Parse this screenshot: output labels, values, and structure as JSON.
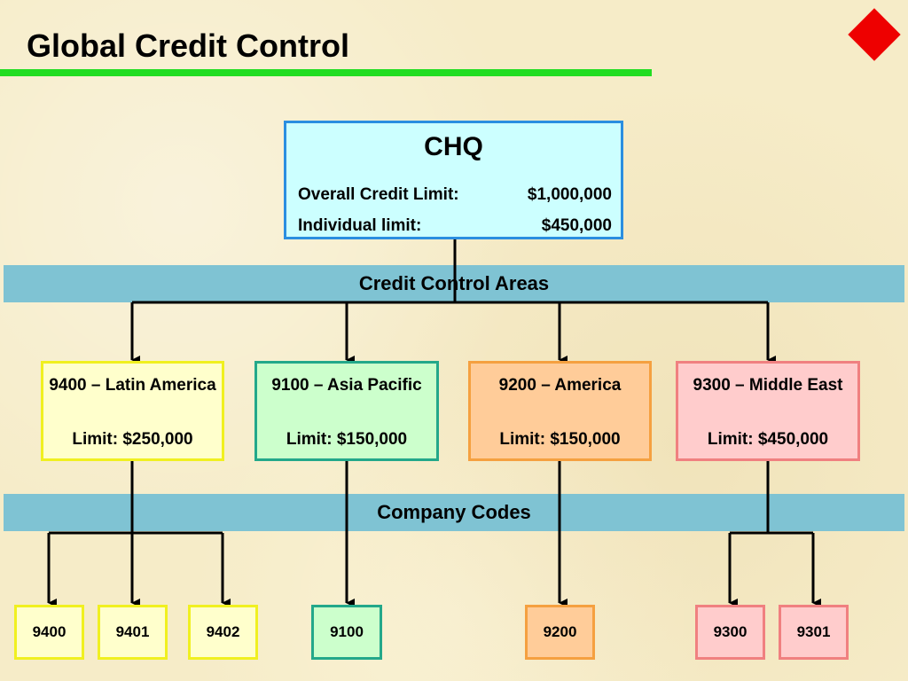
{
  "slide": {
    "title": "Global Credit Control"
  },
  "chq": {
    "title": "CHQ",
    "rows": [
      {
        "label": "Overall Credit Limit:",
        "value": "$1,000,000"
      },
      {
        "label": "Individual limit:",
        "value": "$450,000"
      }
    ]
  },
  "bands": {
    "credit_control_areas": "Credit Control Areas",
    "company_codes": "Company Codes"
  },
  "areas": [
    {
      "name": "9400 – Latin America",
      "limit": "Limit: $250,000"
    },
    {
      "name": "9100 – Asia Pacific",
      "limit": "Limit: $150,000"
    },
    {
      "name": "9200 – America",
      "limit": "Limit: $150,000"
    },
    {
      "name": "9300 – Middle East",
      "limit": "Limit: $450,000"
    }
  ],
  "codes": [
    "9400",
    "9401",
    "9402",
    "9100",
    "9200",
    "9300",
    "9301"
  ],
  "colors": {
    "title_rule": "#22dd22",
    "band": "#7fc3d3",
    "chq_fill": "#ccffff",
    "chq_border": "#2a8ee0",
    "yellow_fill": "#ffffcc",
    "green_fill": "#ccffcc",
    "orange_fill": "#ffcc99",
    "pink_fill": "#ffcccc",
    "marker": "#ee0000"
  }
}
